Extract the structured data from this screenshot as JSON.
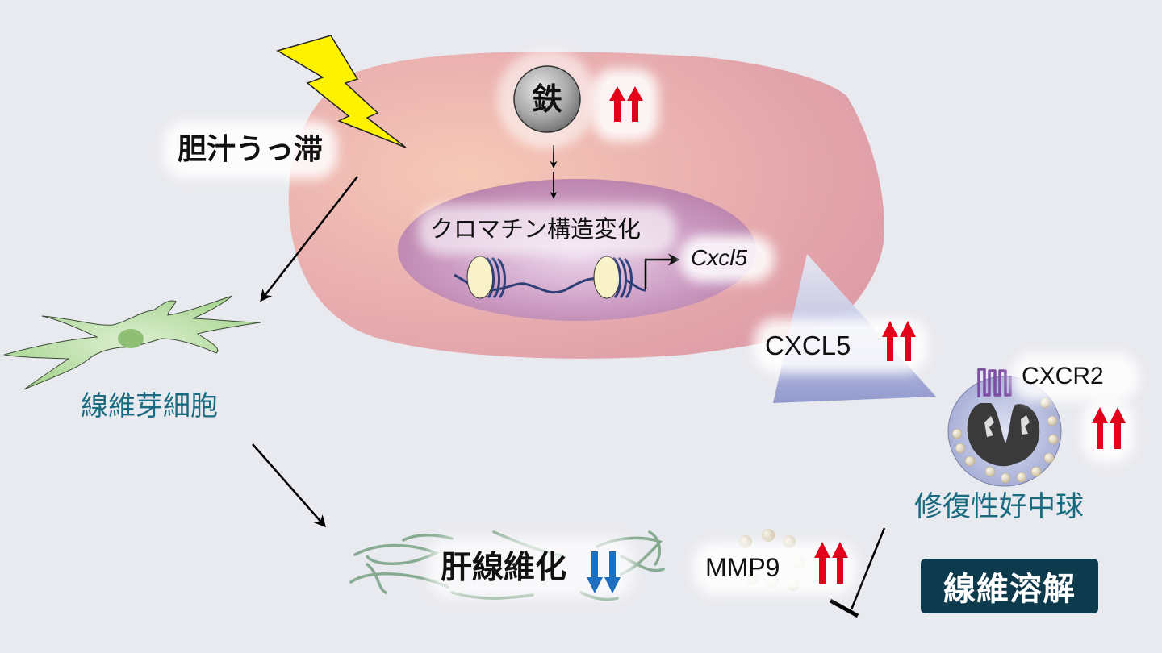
{
  "diagram": {
    "title": "胆汁うっ滞における鉄・CXCL5・修復性好中球による線維溶解",
    "labels": {
      "cholestasis": "胆汁うっ滞",
      "iron": "鉄",
      "chromatin": "クロマチン構造変化",
      "gene": "Cxcl5",
      "chemokine": "CXCL5",
      "receptor": "CXCR2",
      "neutrophil": "修復性好中球",
      "fibroblast": "線維芽細胞",
      "fibrosis": "肝線維化",
      "protease": "MMP9",
      "fibrolysis": "線維溶解"
    },
    "indicators": {
      "iron": "up",
      "chemokine": "up",
      "receptor": "up",
      "protease": "up",
      "fibrosis": "down"
    },
    "colors": {
      "background": "#e9eaef",
      "up_arrow": "#e3001b",
      "down_arrow": "#1f6fc0",
      "lightning": "#fff200",
      "badge": "#0e3a4d",
      "teal_text": "#1a6a80",
      "receptor": "#7b4ea3"
    }
  }
}
